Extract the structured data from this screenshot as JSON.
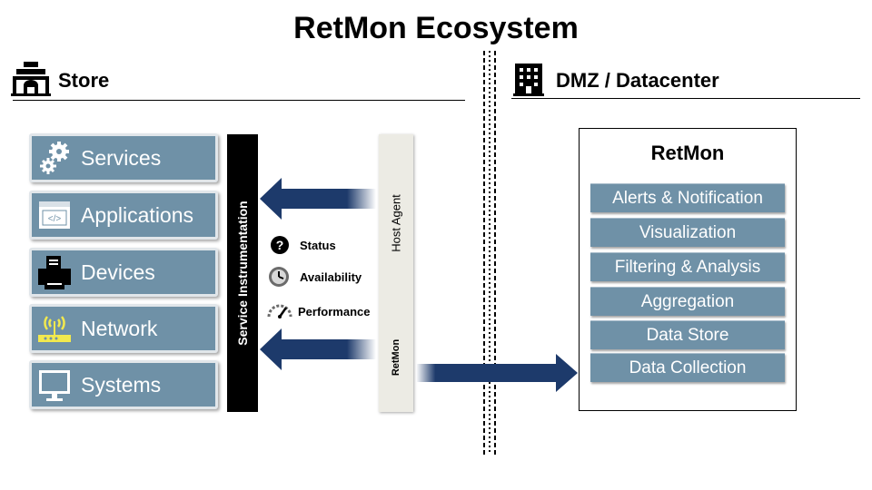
{
  "title": "RetMon Ecosystem",
  "store": {
    "label": "Store",
    "icon": "storefront-icon",
    "items": [
      {
        "label": "Services",
        "icon": "gears-icon"
      },
      {
        "label": "Applications",
        "icon": "code-window-icon"
      },
      {
        "label": "Devices",
        "icon": "printer-icon"
      },
      {
        "label": "Network",
        "icon": "router-icon"
      },
      {
        "label": "Systems",
        "icon": "monitor-icon"
      }
    ]
  },
  "datacenter": {
    "label": "DMZ / Datacenter",
    "icon": "building-icon"
  },
  "service_instrumentation": "Service Instrumentation",
  "host_agent": {
    "label": "Host Agent",
    "sublabel": "RetMon"
  },
  "metrics": [
    {
      "label": "Status",
      "icon": "question-icon"
    },
    {
      "label": "Availability",
      "icon": "clock-icon"
    },
    {
      "label": "Performance",
      "icon": "gauge-icon"
    }
  ],
  "retmon": {
    "title": "RetMon",
    "layers": [
      "Alerts & Notification",
      "Visualization",
      "Filtering & Analysis",
      "Aggregation",
      "Data Store",
      "Data Collection"
    ]
  },
  "colors": {
    "tile": "#6f91a7",
    "arrow": "#1d3a6b",
    "bar": "#000000",
    "agent_bar": "#ecebe4"
  }
}
